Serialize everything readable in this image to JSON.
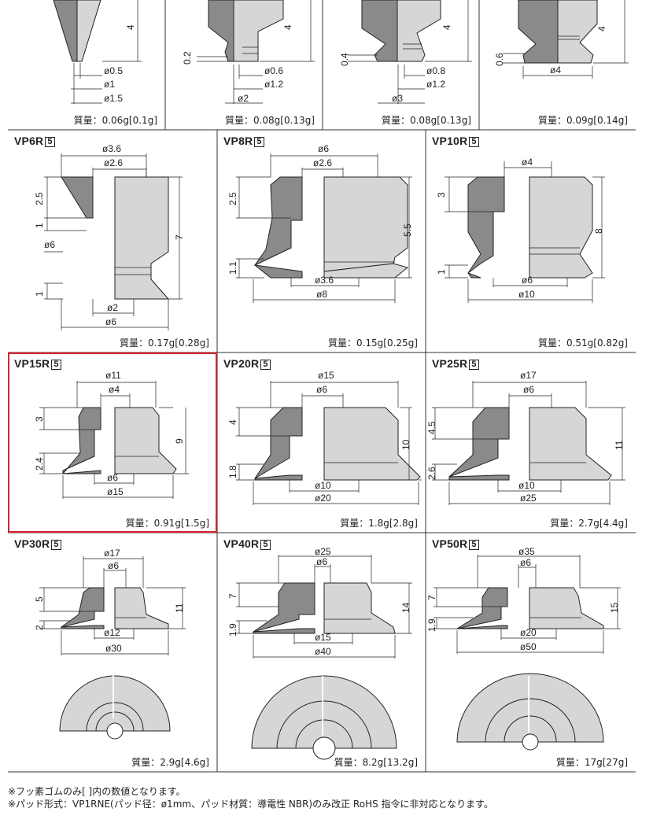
{
  "top_row": [
    {
      "height": "4",
      "dims": [
        "ø0.5",
        "ø1",
        "ø1.5"
      ],
      "mass": "質量：0.06g[0.1g]"
    },
    {
      "height": "4",
      "lip": "0.2",
      "dims": [
        "ø0.6",
        "ø1.2",
        "ø2"
      ],
      "mass": "質量：0.08g[0.13g]"
    },
    {
      "height": "4",
      "lip": "0.4",
      "dims": [
        "ø0.8",
        "ø1.2",
        "ø3"
      ],
      "mass": "質量：0.08g[0.13g]"
    },
    {
      "height": "4",
      "lip": "0.6",
      "dims": [
        "ø4"
      ],
      "mass": "質量：0.09g[0.14g]"
    }
  ],
  "pads": [
    {
      "model": "VP6R",
      "badge": "5",
      "dims": [
        "ø3.6",
        "ø2.6",
        "7",
        "2.5",
        "1",
        "ø6",
        "1",
        "ø2",
        "ø6"
      ],
      "mass": "質量：0.17g[0.28g]"
    },
    {
      "model": "VP8R",
      "badge": "5",
      "dims": [
        "ø6",
        "ø2.6",
        "5.5",
        "2.5",
        "1.1",
        "ø3.6",
        "ø8"
      ],
      "mass": "質量：0.15g[0.25g]"
    },
    {
      "model": "VP10R",
      "badge": "5",
      "dims": [
        "ø4",
        "8",
        "3",
        "1",
        "ø6",
        "ø10"
      ],
      "mass": "質量：0.51g[0.82g]"
    },
    {
      "model": "VP15R",
      "badge": "5",
      "dims": [
        "ø11",
        "ø4",
        "9",
        "3",
        "2.4",
        "ø6",
        "ø15"
      ],
      "mass": "質量：0.91g[1.5g]"
    },
    {
      "model": "VP20R",
      "badge": "5",
      "dims": [
        "ø15",
        "ø6",
        "10",
        "4",
        "1.8",
        "ø10",
        "ø20"
      ],
      "mass": "質量：1.8g[2.8g]"
    },
    {
      "model": "VP25R",
      "badge": "5",
      "dims": [
        "ø17",
        "ø6",
        "11",
        "4.5",
        "2.6",
        "ø10",
        "ø25"
      ],
      "mass": "質量：2.7g[4.4g]"
    },
    {
      "model": "VP30R",
      "badge": "5",
      "dims": [
        "ø17",
        "ø6",
        "11",
        "5",
        "2",
        "ø12",
        "ø30"
      ],
      "mass": "質量：2.9g[4.6g]"
    },
    {
      "model": "VP40R",
      "badge": "5",
      "dims": [
        "ø25",
        "ø6",
        "14",
        "7",
        "1.9",
        "ø15",
        "ø40"
      ],
      "mass": "質量：8.2g[13.2g]"
    },
    {
      "model": "VP50R",
      "badge": "5",
      "dims": [
        "ø35",
        "ø6",
        "15",
        "7",
        "1.9",
        "ø20",
        "ø50"
      ],
      "mass": "質量：17g[27g]"
    }
  ],
  "notes": [
    "※フッ素ゴムのみ[ ]内の数値となります。",
    "※パッド形式：VP1RNE(パッド径：ø1mm、パッド材質：導電性 NBR)のみ改正 RoHS 指令に非対応となります。"
  ],
  "colors": {
    "dark_rubber": "#8a8a8a",
    "light_rubber": "#d6d6d6",
    "highlight": "#d9232e"
  }
}
